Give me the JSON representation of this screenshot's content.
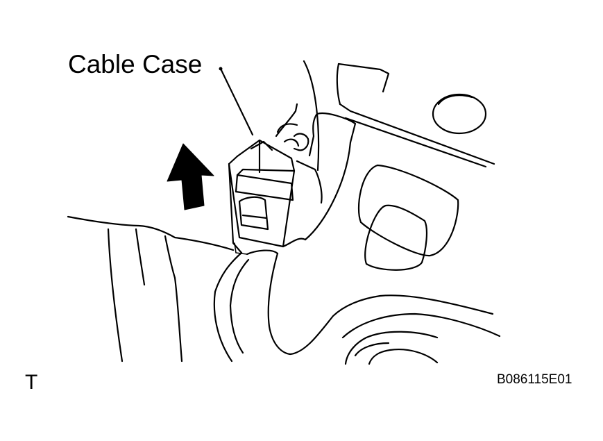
{
  "labels": {
    "callout": "Cable Case",
    "view_letter": "T",
    "figure_code": "B086115E01"
  },
  "colors": {
    "line": "#000000",
    "background": "#ffffff"
  }
}
